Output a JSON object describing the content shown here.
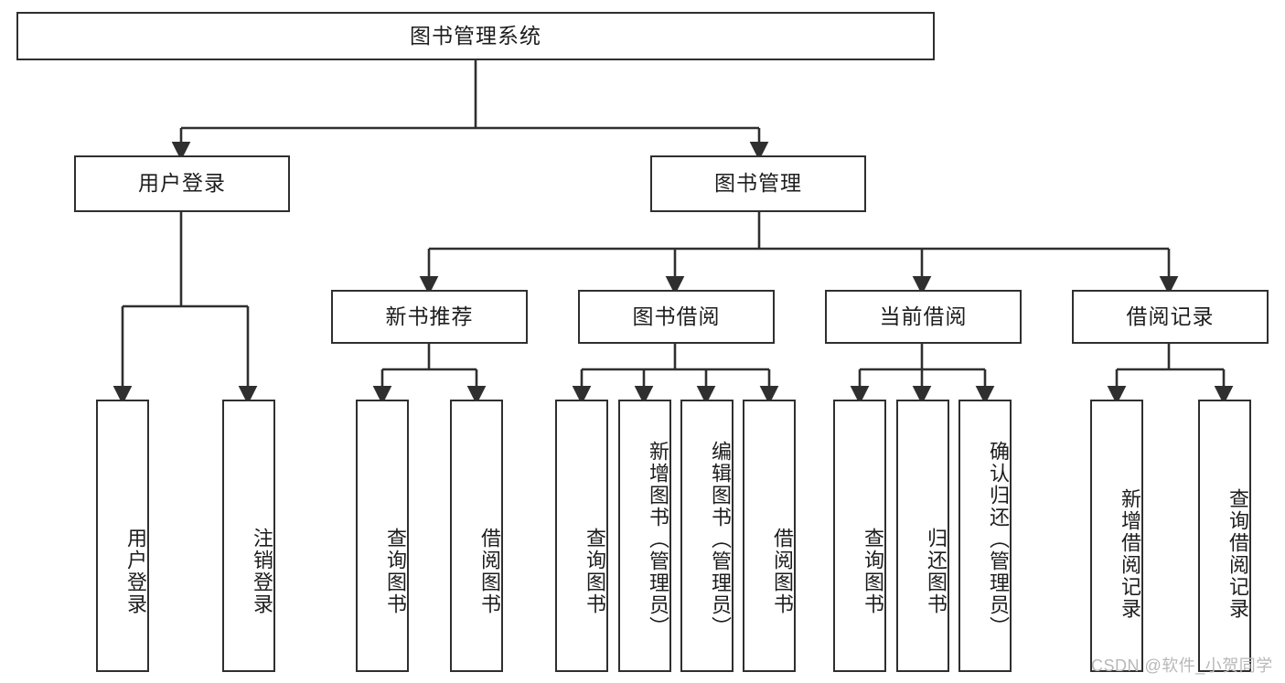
{
  "diagram": {
    "title": "图书管理系统",
    "type": "hierarchy-tree",
    "watermark": "CSDN @软件_小贺同学",
    "colors": {
      "stroke": "#2f2f2f",
      "fill": "#ffffff",
      "text": "#1d1d1d",
      "watermark": "#b8b8b8"
    },
    "levels": {
      "root": {
        "label": "图书管理系统"
      },
      "level2": [
        {
          "label": "用户登录"
        },
        {
          "label": "图书管理"
        }
      ],
      "level3": [
        {
          "label": "新书推荐"
        },
        {
          "label": "图书借阅"
        },
        {
          "label": "当前借阅"
        },
        {
          "label": "借阅记录"
        }
      ],
      "leaves": {
        "user_login": [
          {
            "label": "用户登录"
          },
          {
            "label": "注销登录"
          }
        ],
        "new_book_recommend": [
          {
            "label": "查询图书"
          },
          {
            "label": "借阅图书"
          }
        ],
        "book_borrow": [
          {
            "label": "查询图书"
          },
          {
            "label": "新增图书（管理员）"
          },
          {
            "label": "编辑图书（管理员）"
          },
          {
            "label": "借阅图书"
          }
        ],
        "current_borrow": [
          {
            "label": "查询图书"
          },
          {
            "label": "归还图书"
          },
          {
            "label": "确认归还（管理员）"
          }
        ],
        "borrow_record": [
          {
            "label": "新增借阅记录"
          },
          {
            "label": "查询借阅记录"
          }
        ]
      }
    }
  }
}
